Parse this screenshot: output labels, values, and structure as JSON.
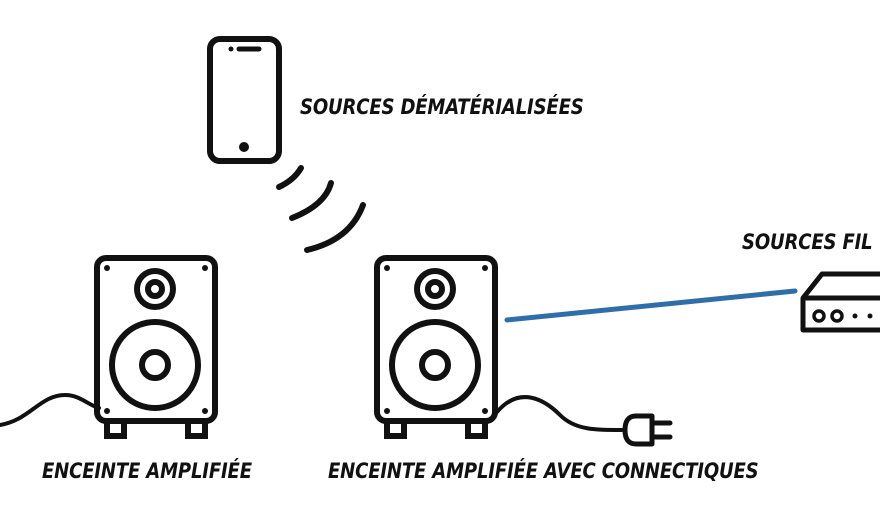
{
  "labels": {
    "dematerialized_sources": "SOURCES DÉMATÉRIALISÉES",
    "wired_sources": "SOURCES FIL",
    "powered_speaker": "ENCEINTE AMPLIFIÉE",
    "powered_speaker_connectivity": "ENCEINTE AMPLIFIÉE AVEC CONNECTIQUES"
  },
  "colors": {
    "line": "#111111",
    "wired_cable": "#2f6ea8",
    "background": "#ffffff"
  },
  "icons": [
    "smartphone-icon",
    "wifi-waves-icon",
    "speaker-icon",
    "power-plug-icon",
    "audio-source-device-icon"
  ]
}
